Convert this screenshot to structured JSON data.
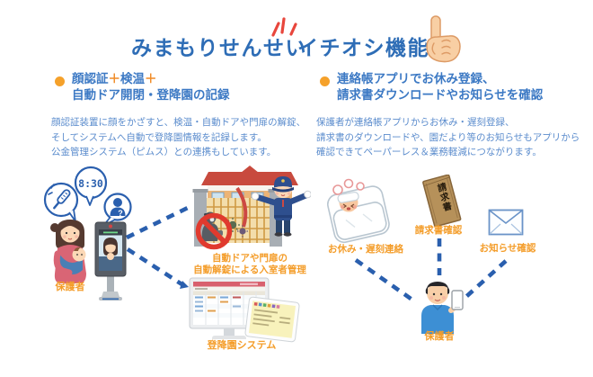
{
  "title": {
    "part1": "みまもりせんせい",
    "part2": "イチオシ機能"
  },
  "left": {
    "heading": {
      "seg1": "顔認証",
      "plus1": "＋",
      "seg2": "検温",
      "plus2": "＋",
      "line2": "自動ドア開閉・登降園の記録"
    },
    "body": {
      "line1": "顔認証装置に顔をかざすと、検温・自動ドアや門扉の解錠、",
      "line2": "そしてシステムへ自動で登降園情報を記録します。",
      "line3": "公金管理システム（ピムス）との連携もしています。"
    },
    "labels": {
      "guardian": "保護者",
      "clock_time": "8:30",
      "question_mark": "?",
      "gate_caption1": "自動ドアや門扉の",
      "gate_caption2": "自動解錠による入室者管理",
      "system": "登降園システム"
    }
  },
  "right": {
    "heading": {
      "line1": "連絡帳アプリでお休み登録、",
      "line2": "請求書ダウンロードやお知らせを確認"
    },
    "body": {
      "line1": "保護者が連絡帳アプリからお休み・遅刻登録、",
      "line2": "請求書のダウンロードや、園だより等のお知らせもアプリから",
      "line3": "確認できてペーパーレス＆業務軽減につながります。"
    },
    "labels": {
      "absence": "お休み・遅刻連絡",
      "invoice_envelope": "請求書",
      "invoice": "請求書確認",
      "notice": "お知らせ確認",
      "guardian": "保護者"
    }
  },
  "colors": {
    "title_blue": "#2e6db6",
    "heading_blue": "#3c79c4",
    "body_blue": "#5b8ccd",
    "accent_orange": "#f49d2a",
    "connector_blue": "#2a5fae",
    "alert_red": "#e8463c"
  }
}
